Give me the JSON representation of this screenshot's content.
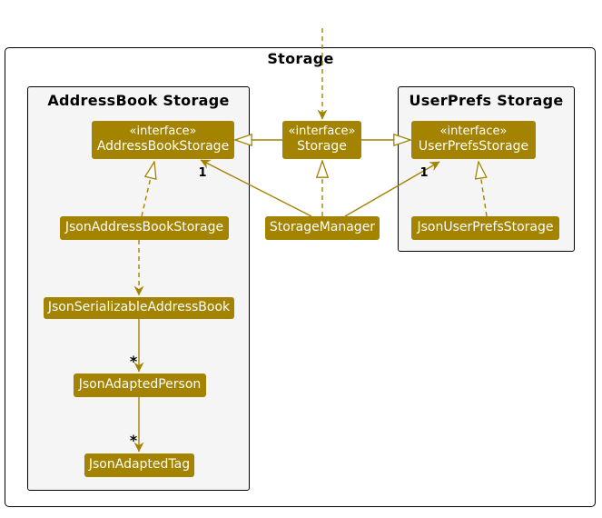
{
  "frame": {
    "title": "Storage"
  },
  "packages": {
    "addressbook": {
      "title": "AddressBook Storage"
    },
    "userprefs": {
      "title": "UserPrefs Storage"
    }
  },
  "classes": {
    "addressBookStorageInterface": {
      "stereotype": "«interface»",
      "name": "AddressBookStorage"
    },
    "storageInterface": {
      "stereotype": "«interface»",
      "name": "Storage"
    },
    "userPrefsStorageInterface": {
      "stereotype": "«interface»",
      "name": "UserPrefsStorage"
    },
    "jsonAddressBookStorage": {
      "name": "JsonAddressBookStorage"
    },
    "storageManager": {
      "name": "StorageManager"
    },
    "jsonUserPrefsStorage": {
      "name": "JsonUserPrefsStorage"
    },
    "jsonSerializableAddressBook": {
      "name": "JsonSerializableAddressBook"
    },
    "jsonAdaptedPerson": {
      "name": "JsonAdaptedPerson"
    },
    "jsonAdaptedTag": {
      "name": "JsonAdaptedTag"
    }
  },
  "multiplicities": {
    "storageManagerToAddressBookStorage": "1",
    "storageManagerToUserPrefsStorage": "1",
    "serializableToAdaptedPerson": "*",
    "adaptedPersonToAdaptedTag": "*"
  },
  "colors": {
    "storage_accent": "#A38300",
    "package_background": "#F5F5F5",
    "box_text": "#FFFFFF",
    "border": "#000000",
    "canvas_background": "#FFFFFF"
  }
}
